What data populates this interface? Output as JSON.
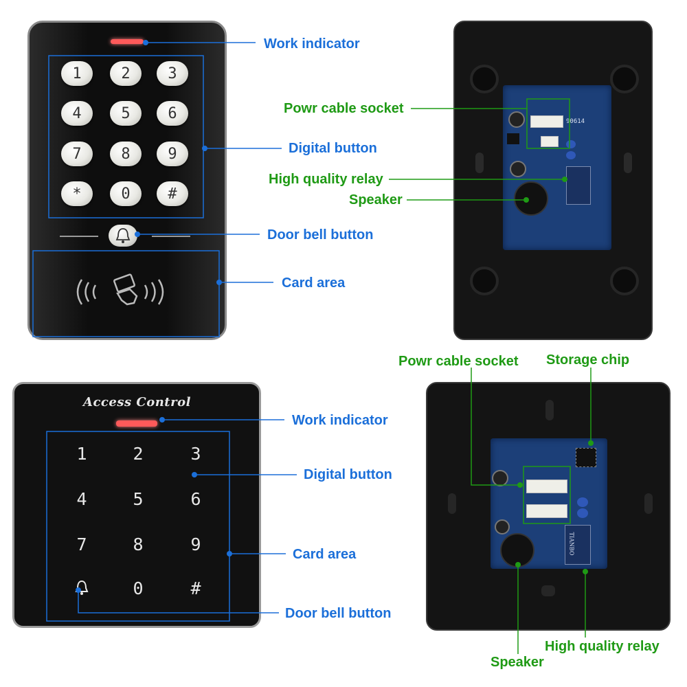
{
  "panel1": {
    "keys": [
      "1",
      "2",
      "3",
      "4",
      "5",
      "6",
      "7",
      "8",
      "9",
      "*",
      "0",
      "#"
    ],
    "labels": {
      "work_indicator": "Work indicator",
      "digital_button": "Digital button",
      "door_bell_button": "Door bell button",
      "card_area": "Card area"
    }
  },
  "panel2": {
    "pcb_code": "90614",
    "labels": {
      "power_cable_socket": "Powr cable socket",
      "relay": "High quality relay",
      "speaker": "Speaker"
    }
  },
  "panel3": {
    "brand_text": "Access Control",
    "keys": [
      "1",
      "2",
      "3",
      "4",
      "5",
      "6",
      "7",
      "8",
      "9",
      "bell",
      "0",
      "#"
    ],
    "labels": {
      "work_indicator": "Work indicator",
      "digital_button": "Digital button",
      "card_area": "Card area",
      "door_bell_button": "Door bell button"
    }
  },
  "panel4": {
    "relay_brand": "TIANBO",
    "labels": {
      "power_cable_socket": "Powr cable socket",
      "storage_chip": "Storage chip",
      "relay": "High quality relay",
      "speaker": "Speaker"
    }
  },
  "colors": {
    "callout_blue": "#1b6fd9",
    "callout_green": "#1f9a15",
    "device_body": "#141414",
    "pcb": "#1c3f78",
    "indicator": "#ff5a5a"
  },
  "icons": {
    "bell": "door-bell-icon",
    "card": "rfid-card-icon"
  }
}
